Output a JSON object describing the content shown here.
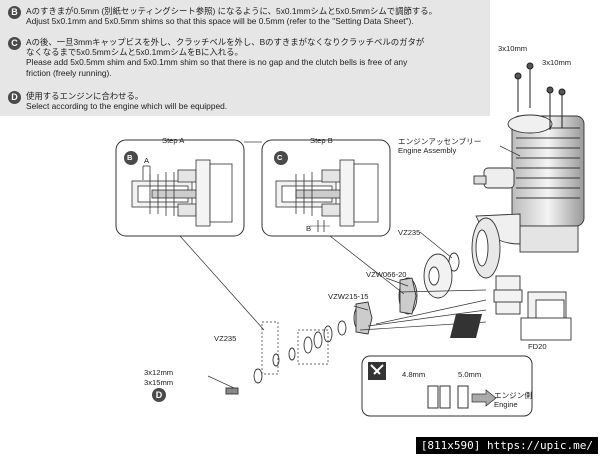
{
  "steps": [
    {
      "badge": "B",
      "lines": [
        "Aのすきまが0.5mm (別紙セッティングシート参照) になるように、5x0.1mmシムと5x0.5mmシムで調節する。",
        "Adjust 5x0.1mm and 5x0.5mm shims so that this space will be 0.5mm (refer to the \"Setting Data Sheet\")."
      ]
    },
    {
      "badge": "C",
      "lines": [
        "Aの後、一旦3mmキャップビスを外し、クラッチベルを外し、Bのすきまがなくなりクラッチベルのガタが",
        "なくなるまで5x0.5mmシムと5x0.1mmシムをBに入れる。",
        "Please add 5x0.5mm shim and 5x0.1mm shim so that there is no gap and the clutch bells is free of any",
        "friction (freely running)."
      ]
    },
    {
      "badge": "D",
      "lines": [
        "使用するエンジンに合わせる。",
        "Select according to the engine which will be equipped."
      ]
    }
  ],
  "labels": {
    "screw_a": "3x10mm",
    "screw_b": "3x10mm",
    "engine_jp": "エンジンアッセンブリー",
    "engine_en": "Engine Assembly",
    "step_a": "Step A",
    "step_b": "Step B",
    "badge_b": "B",
    "badge_c": "C",
    "badge_d": "D",
    "gap_a": "A",
    "gap_b": "B",
    "vz235_top": "VZ235",
    "vzw066": "VZW066-20",
    "vzw215": "VZW215-15",
    "vz235_left": "VZ235",
    "fd20": "FD20",
    "screw_12": "3x12mm",
    "screw_15": "3x15mm",
    "shim_48": "4.8mm",
    "shim_50": "5.0mm",
    "engine_side_jp": "エンジン側",
    "engine_side_en": "Engine"
  },
  "watermark": "[811x590] https://upic.me/"
}
